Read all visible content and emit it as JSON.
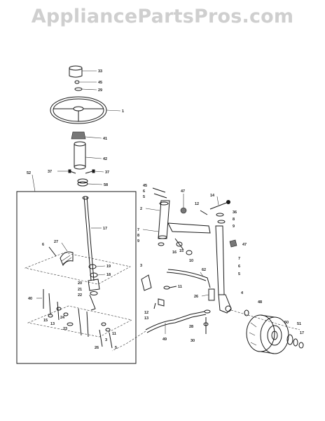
{
  "watermark": "AppliancePartsPros.com",
  "labels": {
    "knob": "33",
    "nut_top": "45",
    "washer_top": "29",
    "wheel": "1",
    "adapter": "41",
    "column_upper": "42",
    "bolt_left": "37",
    "bolt_right": "37",
    "bearing": "58",
    "assembly": "52",
    "shaft": "17",
    "bracket": "27",
    "pin_left": "6",
    "col_a": "19",
    "col_b": "18",
    "col_c": "20",
    "col_d": "21",
    "col_e": "22",
    "frame_left": "40",
    "part_15": "15",
    "part_13": "13",
    "part_24": "24",
    "part_23": "23",
    "part_26_low": "26",
    "part_5_low": "5",
    "part_11_low": "11",
    "part_3_low": "3",
    "r_45": "45",
    "r_6": "6",
    "r_5": "5",
    "r_2": "2",
    "r_7": "7",
    "r_8": "8",
    "r_9": "9",
    "r_47_top": "47",
    "r_14": "14",
    "r_12": "12",
    "r_3": "3",
    "r_10": "10",
    "r_16": "16",
    "r_15": "15",
    "r_62": "62",
    "r_11": "11",
    "r_26": "26",
    "r_12b": "12",
    "r_13": "13",
    "r_49": "49",
    "r_28": "28",
    "r_30": "30",
    "rr_36": "36",
    "rr_8": "8",
    "rr_9": "9",
    "rr_47": "47",
    "rr_7": "7",
    "rr_6": "6",
    "rr_4": "4",
    "rr_48": "48",
    "rr_50": "50",
    "rr_51": "51",
    "rr_17": "17",
    "rr_5": "5"
  }
}
